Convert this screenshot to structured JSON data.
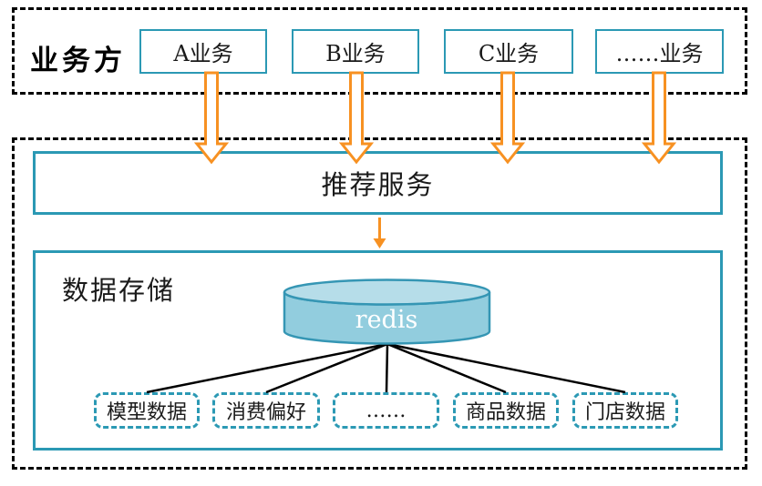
{
  "top_section": {
    "label": "业务方",
    "business_boxes": [
      {
        "label": "A业务"
      },
      {
        "label": "B业务"
      },
      {
        "label": "C业务"
      },
      {
        "label": "……业务"
      }
    ]
  },
  "middle": {
    "recommendation_service_label": "推荐服务"
  },
  "storage": {
    "label": "数据存储",
    "database_label": "redis",
    "data_boxes": [
      {
        "label": "模型数据"
      },
      {
        "label": "消费偏好"
      },
      {
        "label": "……"
      },
      {
        "label": "商品数据"
      },
      {
        "label": "门店数据"
      }
    ]
  },
  "colors": {
    "teal_border": "#2b99b4",
    "orange_arrow": "#f79122",
    "cylinder_fill": "#92cdde",
    "cylinder_top_fill": "#b6dde9",
    "cylinder_border": "#3596b4",
    "dashed_container": "#000000"
  }
}
